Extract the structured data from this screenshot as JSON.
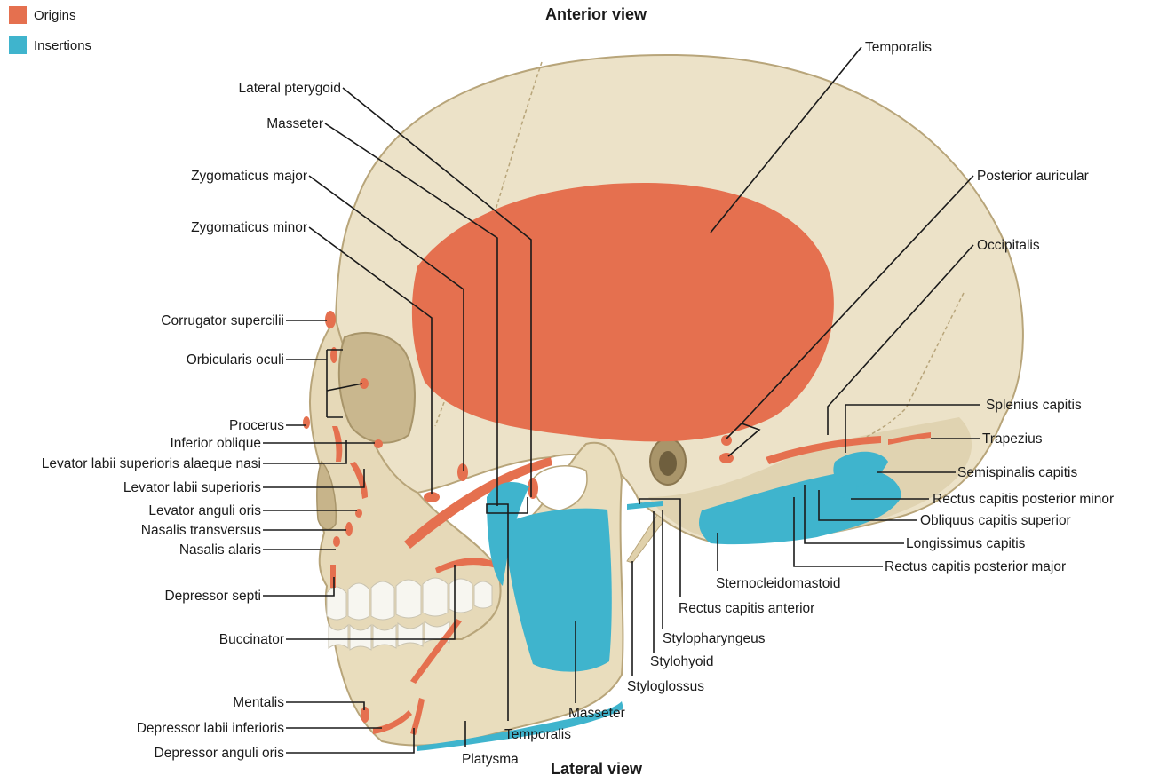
{
  "legend": {
    "items": [
      {
        "label": "Origins",
        "color": "#e5704f"
      },
      {
        "label": "Insertions",
        "color": "#3fb4cd"
      }
    ]
  },
  "views": {
    "top": "Anterior view",
    "bottom": "Lateral view"
  },
  "colors": {
    "origin": "#e5704f",
    "insertion": "#3fb4cd",
    "bone": "#ece2c8",
    "bone_shadow": "#d2c29c",
    "bone_outline": "#b8a57a",
    "teeth": "#f7f6f0",
    "leader": "#1a1a1a"
  },
  "labels": {
    "temporalis": "Temporalis",
    "lateral_pterygoid": "Lateral pterygoid",
    "masseter": "Masseter",
    "zygomaticus_major": "Zygomaticus major",
    "zygomaticus_minor": "Zygomaticus minor",
    "posterior_auricular": "Posterior auricular",
    "occipitalis": "Occipitalis",
    "corrugator_supercilii": "Corrugator supercilii",
    "orbicularis_oculi": "Orbicularis oculi",
    "procerus": "Procerus",
    "inferior_oblique": "Inferior oblique",
    "levator_labii_sup_alaeque": "Levator labii superioris alaeque nasi",
    "levator_labii_sup": "Levator labii superioris",
    "levator_anguli_oris": "Levator anguli oris",
    "nasalis_transversus": "Nasalis transversus",
    "nasalis_alaris": "Nasalis alaris",
    "depressor_septi": "Depressor septi",
    "buccinator": "Buccinator",
    "mentalis": "Mentalis",
    "depressor_labii_inferioris": "Depressor labii inferioris",
    "depressor_anguli_oris": "Depressor anguli oris",
    "platysma": "Platysma",
    "temporalis_lower": "Temporalis",
    "masseter_lower": "Masseter",
    "styloglossus": "Styloglossus",
    "stylohyoid": "Stylohyoid",
    "stylopharyngeus": "Stylopharyngeus",
    "rectus_capitis_anterior": "Rectus capitis anterior",
    "sternocleidomastoid": "Sternocleidomastoid",
    "splenius_capitis": "Splenius capitis",
    "trapezius": "Trapezius",
    "semispinalis_capitis": "Semispinalis capitis",
    "rectus_capitis_posterior_minor": "Rectus capitis posterior minor",
    "obliquus_capitis_superior": "Obliquus capitis superior",
    "longissimus_capitis": "Longissimus capitis",
    "rectus_capitis_posterior_major": "Rectus capitis posterior major"
  }
}
